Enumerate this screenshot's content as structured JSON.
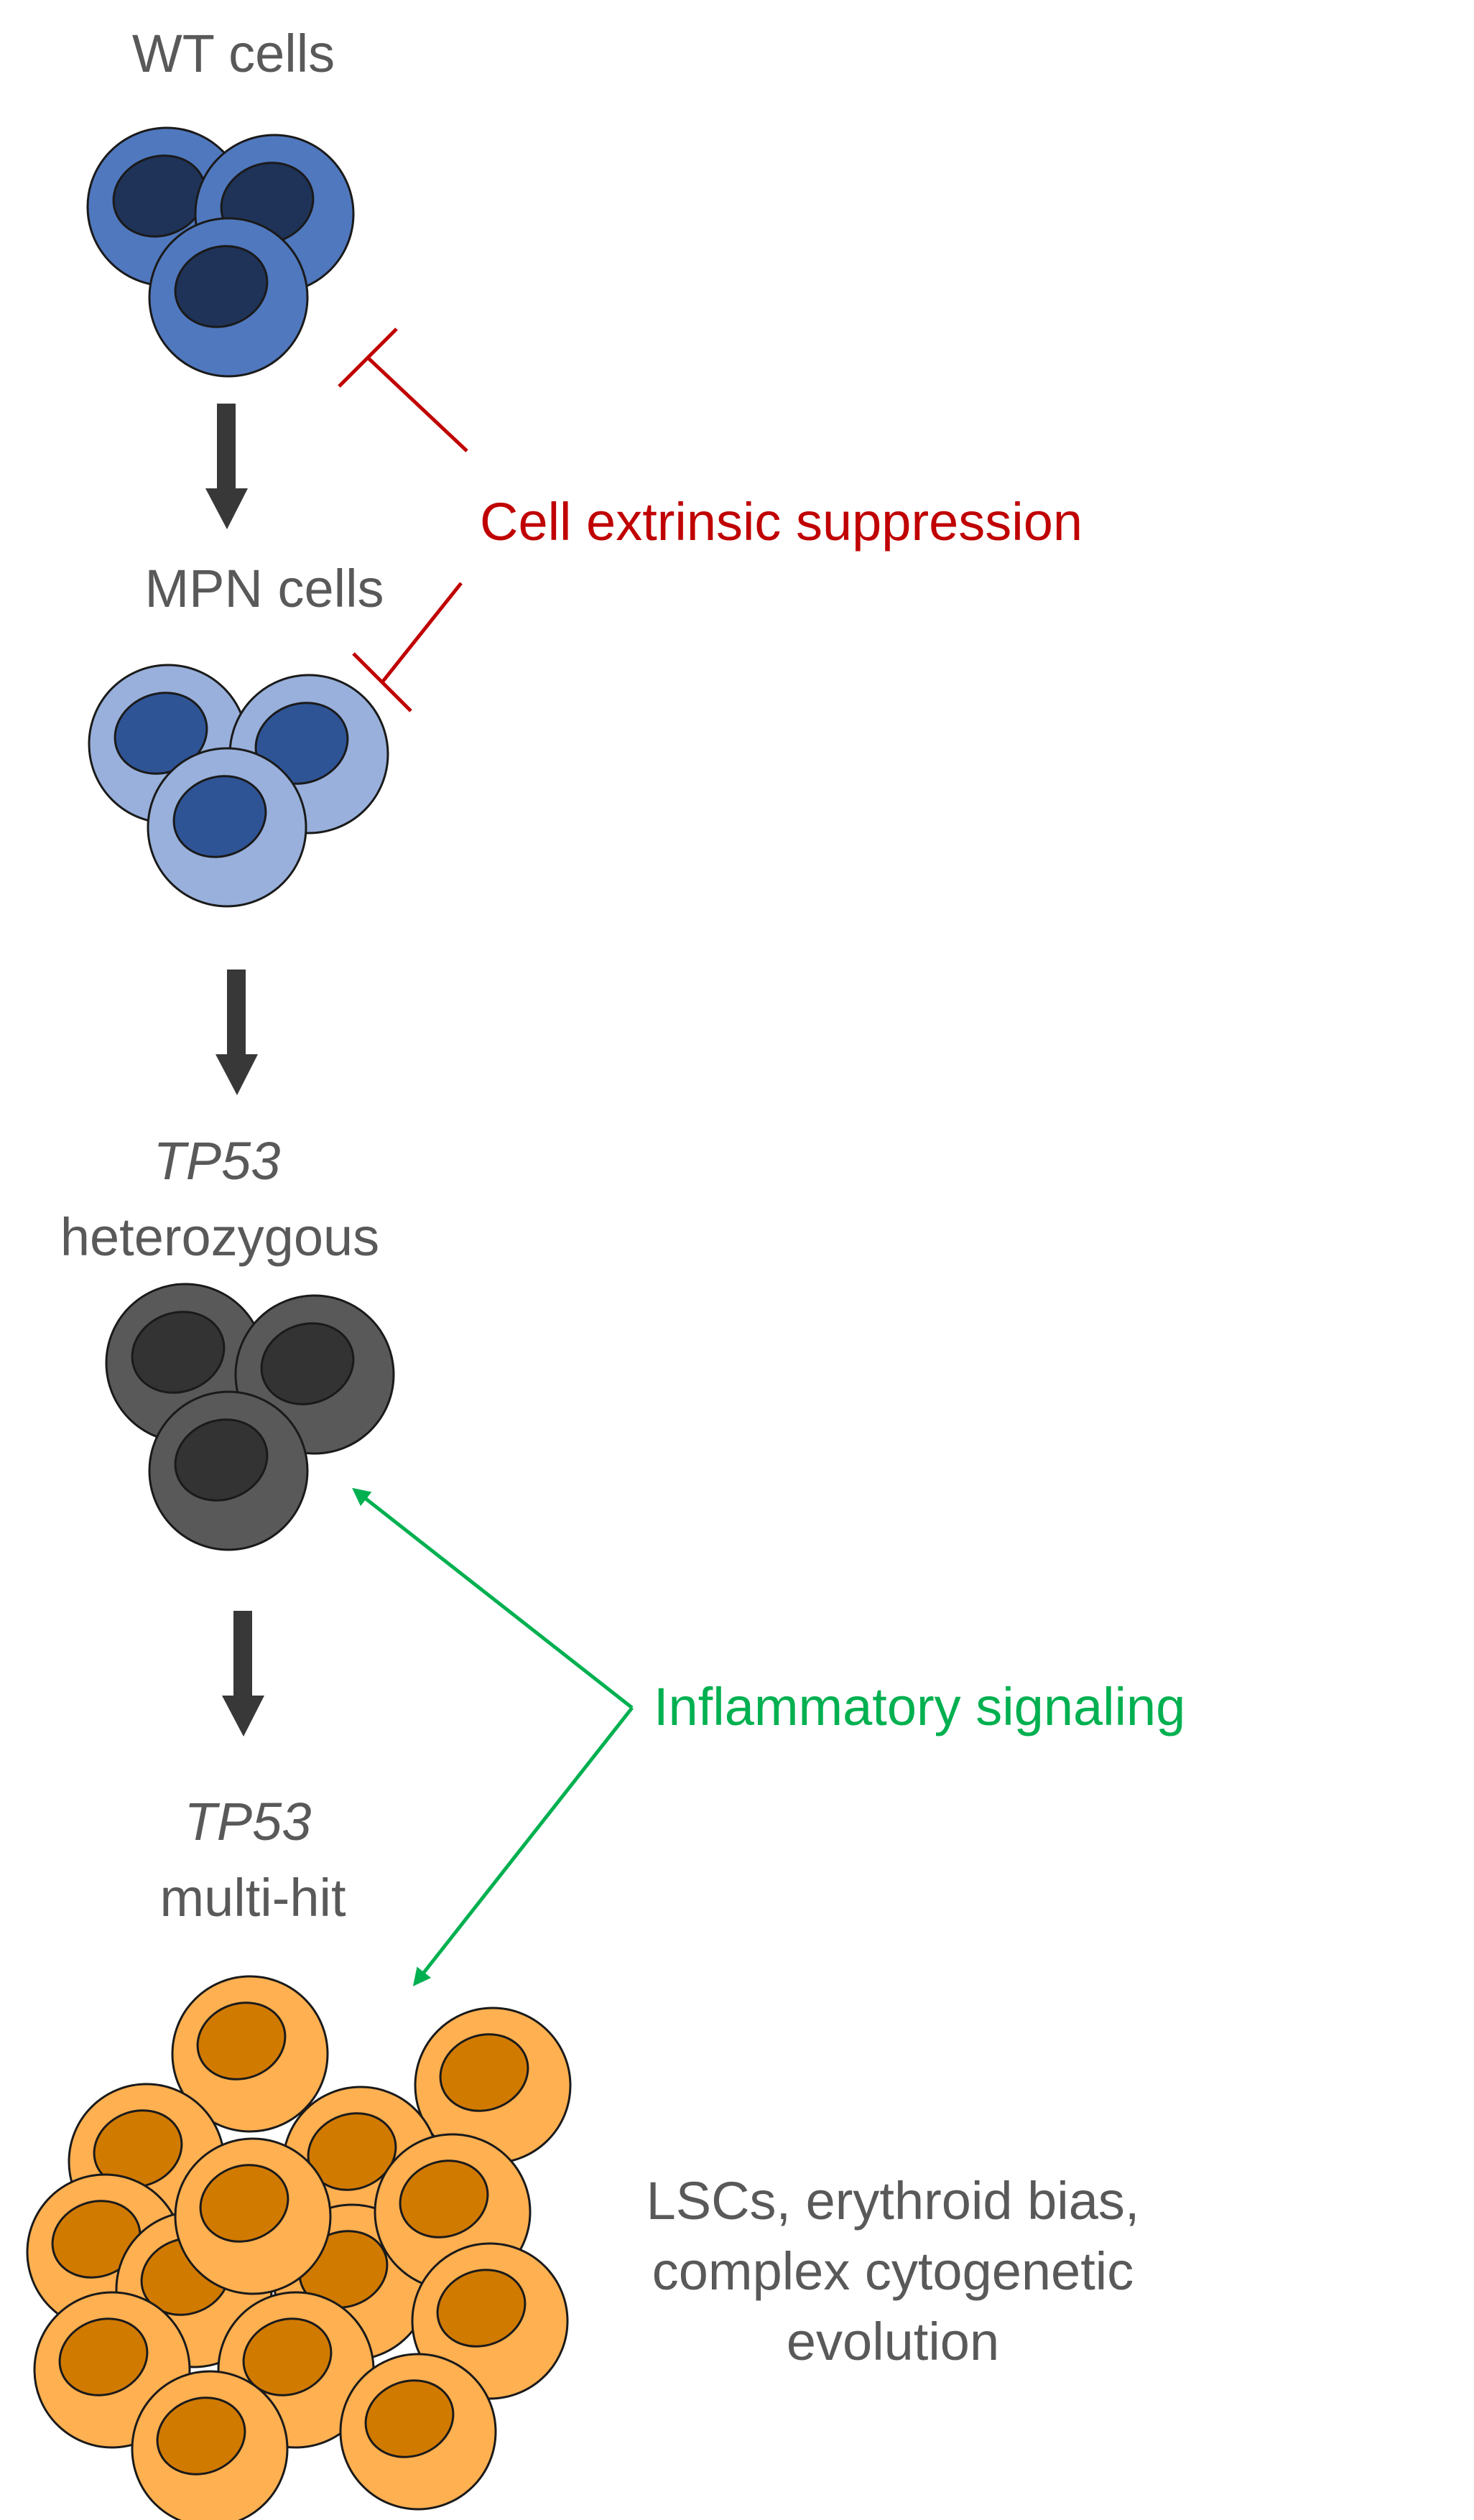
{
  "stages": [
    {
      "id": "wt",
      "label": "WT cells"
    },
    {
      "id": "mpn",
      "label": "MPN cells"
    },
    {
      "id": "het",
      "label_gene": "TP53",
      "label_detail": "heterozygous"
    },
    {
      "id": "multi",
      "label_gene": "TP53",
      "label_detail": "multi-hit"
    }
  ],
  "annotations": {
    "suppression": "Cell extrinsic suppression",
    "inflammation": "Inflammatory signaling",
    "outcome_lines": [
      "LSCs, erythroid bias,",
      "complex cytogenetic",
      "evolution"
    ]
  },
  "colors": {
    "wt_cell": "#5078BE",
    "wt_nucleus": "#1F3358",
    "mpn_cell": "#98B0DB",
    "mpn_nucleus": "#2F5496",
    "het_cell": "#595959",
    "het_nucleus": "#333333",
    "multi_cell": "#FFB051",
    "multi_nucleus": "#D17A00",
    "suppression": "#C00000",
    "inflammation": "#00B050",
    "arrow": "#383838",
    "text": "#595959"
  }
}
